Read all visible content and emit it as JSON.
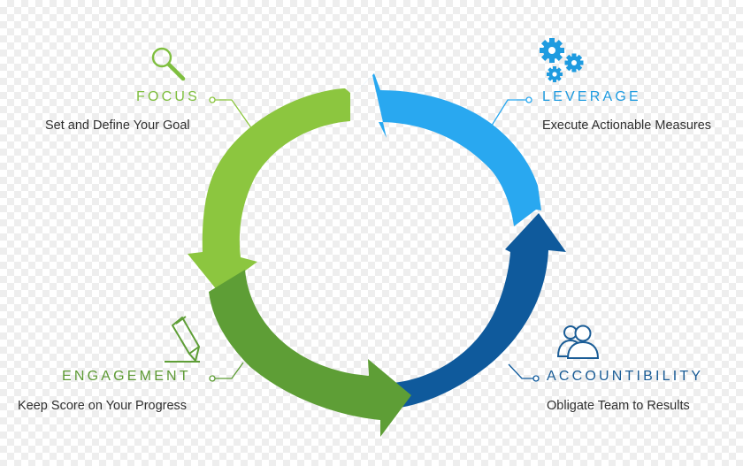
{
  "stages": {
    "focus": {
      "title": "FOCUS",
      "description": "Set and Define Your Goal",
      "icon": "magnifier-icon",
      "color": "#7fbf3f"
    },
    "leverage": {
      "title": "LEVERAGE",
      "description": "Execute Actionable Measures",
      "icon": "gears-icon",
      "color": "#1e9be0"
    },
    "accountability": {
      "title": "ACCOUNTIBILITY",
      "description": "Obligate Team to Results",
      "icon": "people-icon",
      "color": "#1a5c96"
    },
    "engagement": {
      "title": "ENGAGEMENT",
      "description": "Keep Score on Your Progress",
      "icon": "pen-icon",
      "color": "#5d9a34"
    }
  },
  "colors": {
    "arrow_light_green": "#8cc63f",
    "arrow_light_blue": "#29a8f0",
    "arrow_dark_blue": "#0f5a9c",
    "arrow_dark_green": "#5e9e36"
  }
}
